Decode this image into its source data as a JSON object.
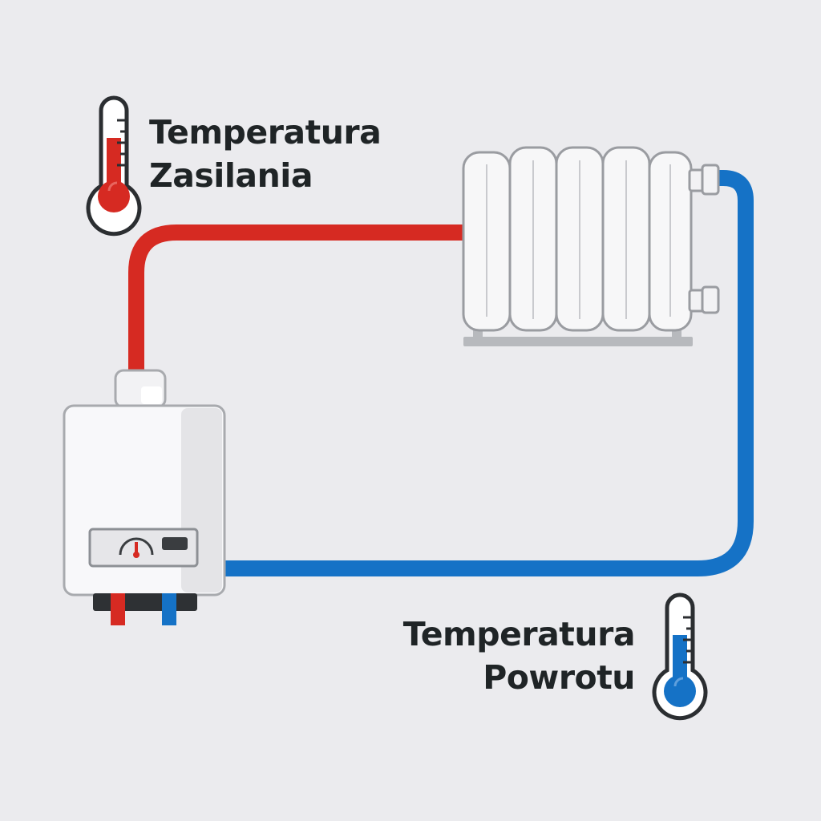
{
  "supply": {
    "label_line1": "Temperatura",
    "label_line2": "Zasilania",
    "color": "#d62a22"
  },
  "return": {
    "label_line1": "Temperatura",
    "label_line2": "Powrotu",
    "color": "#1572c6"
  },
  "components": {
    "boiler_icon": "boiler-icon",
    "radiator_icon": "radiator-icon",
    "supply_thermometer_icon": "thermometer-icon",
    "return_thermometer_icon": "thermometer-icon"
  }
}
